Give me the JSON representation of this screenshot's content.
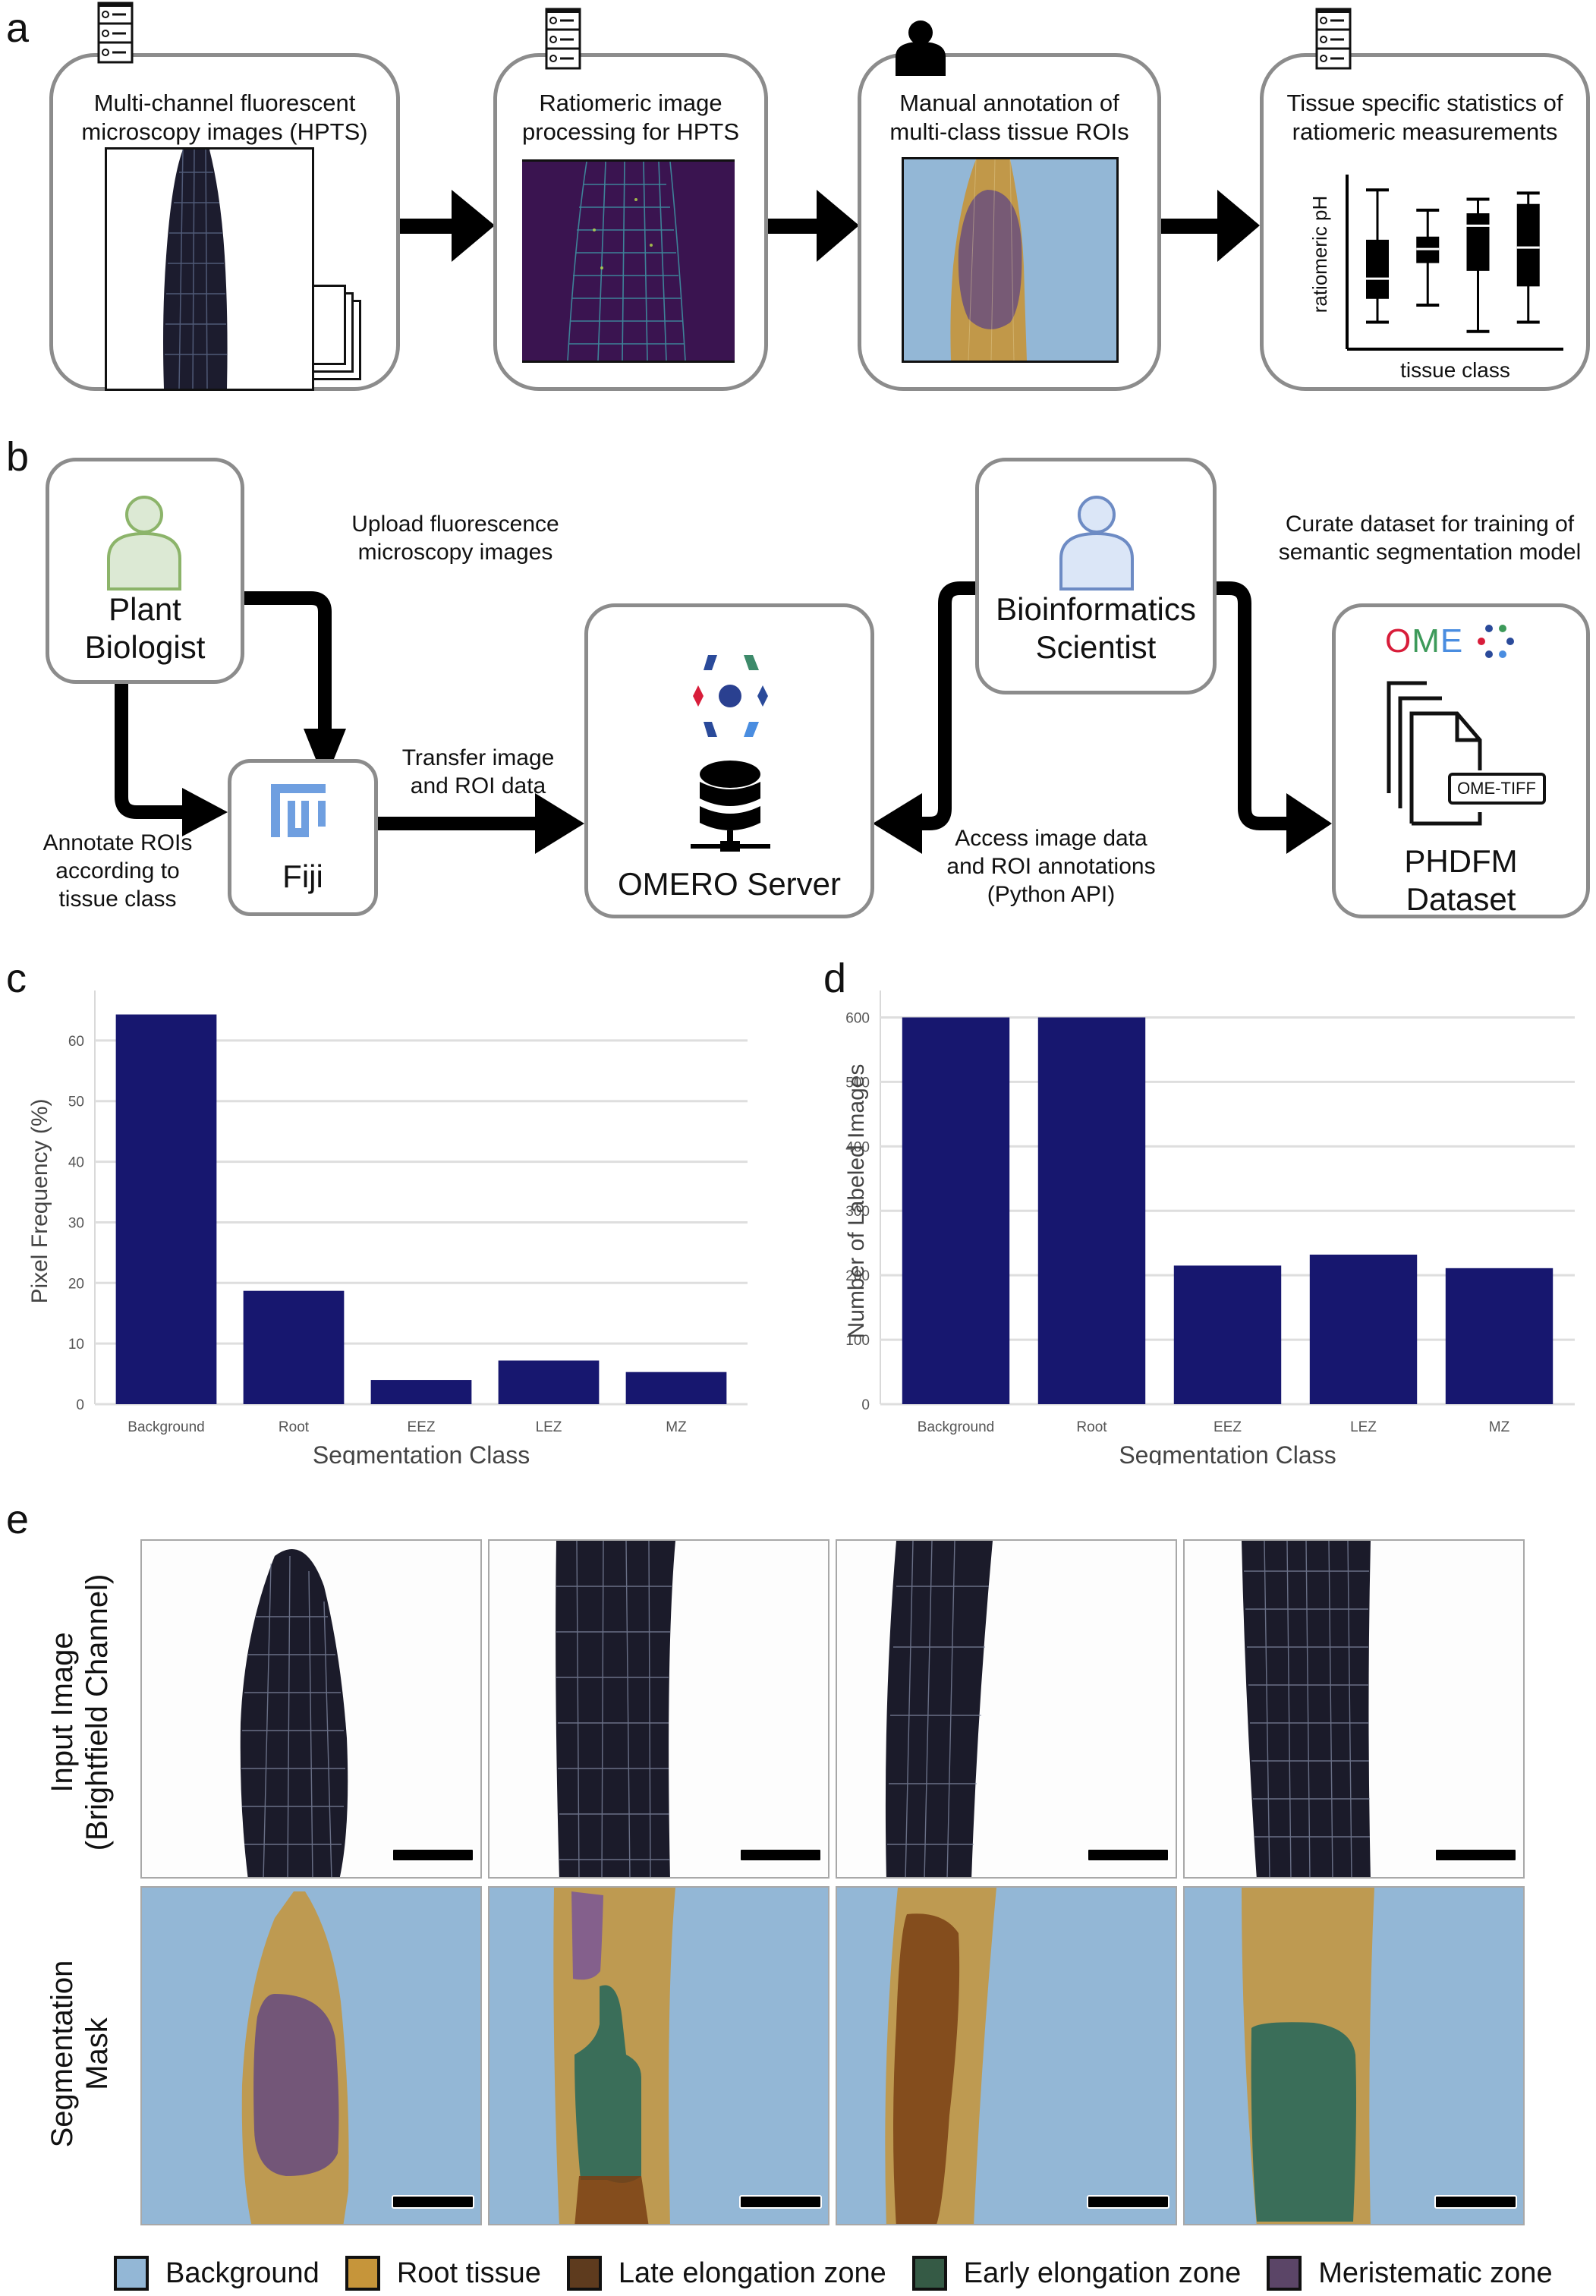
{
  "panel_labels": {
    "a": "a",
    "b": "b",
    "c": "c",
    "d": "d",
    "e": "e"
  },
  "panel_a": {
    "steps": [
      {
        "title_line1": "Multi-channel fluorescent",
        "title_line2": "microscopy images (HPTS)",
        "icon": "server-icon",
        "image": "stacked-brightfield-root-images"
      },
      {
        "title_line1": "Ratiomeric image",
        "title_line2": "processing for HPTS",
        "icon": "server-icon",
        "image": "ratiometric-viridis-root-image"
      },
      {
        "title_line1": "Manual annotation of",
        "title_line2": "multi-class tissue ROIs",
        "icon": "person-icon",
        "image": "annotated-root-mask"
      },
      {
        "title_line1": "Tissue specific statistics of",
        "title_line2": "ratiomeric measurements",
        "icon": "server-icon",
        "image": "boxplot"
      }
    ],
    "boxplot": {
      "ylabel": "ratiomeric pH",
      "xlabel": "tissue class",
      "boxes": [
        {
          "min": 0.1,
          "q1": 0.25,
          "median": 0.38,
          "q3": 0.63,
          "max": 0.95
        },
        {
          "min": 0.21,
          "q1": 0.48,
          "median": 0.57,
          "q3": 0.65,
          "max": 0.82
        },
        {
          "min": 0.04,
          "q1": 0.43,
          "median": 0.72,
          "q3": 0.8,
          "max": 0.89
        },
        {
          "min": 0.1,
          "q1": 0.33,
          "median": 0.58,
          "q3": 0.86,
          "max": 0.93
        }
      ]
    }
  },
  "panel_b": {
    "nodes": {
      "plant_biologist": {
        "line1": "Plant",
        "line2": "Biologist",
        "icon": "person-outline-icon",
        "color": "#8cb46a",
        "fill": "#dce9d4"
      },
      "fiji": {
        "label": "Fiji",
        "icon": "fiji-logo-icon",
        "color": "#6f9fe0"
      },
      "omero": {
        "label": "OMERO Server",
        "icon": "database-server-icon"
      },
      "bioinformatics": {
        "line1": "Bioinformatics",
        "line2": "Scientist",
        "icon": "person-outline-icon",
        "color": "#6d8bc4",
        "fill": "#dbe6f7"
      },
      "phdfm": {
        "line1": "PHDFM",
        "line2": "Dataset",
        "logo_text": "OME",
        "file_tag": "OME-TIFF"
      }
    },
    "edges": {
      "upload": {
        "line1": "Upload fluorescence",
        "line2": "microscopy images"
      },
      "annotate": {
        "line1": "Annotate ROIs",
        "line2": "according to",
        "line3": "tissue class"
      },
      "transfer": {
        "line1": "Transfer image",
        "line2": "and ROI data"
      },
      "access": {
        "line1": "Access image data",
        "line2": "and ROI annotations",
        "line3": "(Python API)"
      },
      "curate": {
        "line1": "Curate dataset for training of",
        "line2": "semantic segmentation model"
      }
    }
  },
  "chart_data": [
    {
      "type": "bar",
      "title": "",
      "categories": [
        "Background",
        "Root",
        "EEZ",
        "LEZ",
        "MZ"
      ],
      "values": [
        64.3,
        18.7,
        4.0,
        7.2,
        5.3
      ],
      "xlabel": "Segmentation Class",
      "ylabel": "Pixel Frequency (%)",
      "ylim": [
        0,
        67
      ],
      "yticks": [
        0,
        10,
        20,
        30,
        40,
        50,
        60
      ],
      "grid": true,
      "bar_color": "#17176f"
    },
    {
      "type": "bar",
      "title": "",
      "categories": [
        "Background",
        "Root",
        "EEZ",
        "LEZ",
        "MZ"
      ],
      "values": [
        600,
        600,
        215,
        232,
        211
      ],
      "xlabel": "Segmentation Class",
      "ylabel": "Number of Labeled Images",
      "ylim": [
        0,
        630
      ],
      "yticks": [
        0,
        100,
        200,
        300,
        400,
        500,
        600
      ],
      "grid": true,
      "bar_color": "#17176f"
    }
  ],
  "panel_e": {
    "row_labels": [
      {
        "line1": "Input Image",
        "line2": "(Brightfield Channel)"
      },
      {
        "line1": "Segmentation",
        "line2": "Mask"
      }
    ],
    "columns": 4,
    "legend": [
      {
        "label": "Background",
        "color": "#93b7d6"
      },
      {
        "label": "Root tissue",
        "color": "#c6953a"
      },
      {
        "label": "Late elongation zone",
        "color": "#5e3b1e"
      },
      {
        "label": "Early elongation zone",
        "color": "#355a45"
      },
      {
        "label": "Meristematic zone",
        "color": "#5b4567"
      }
    ]
  }
}
